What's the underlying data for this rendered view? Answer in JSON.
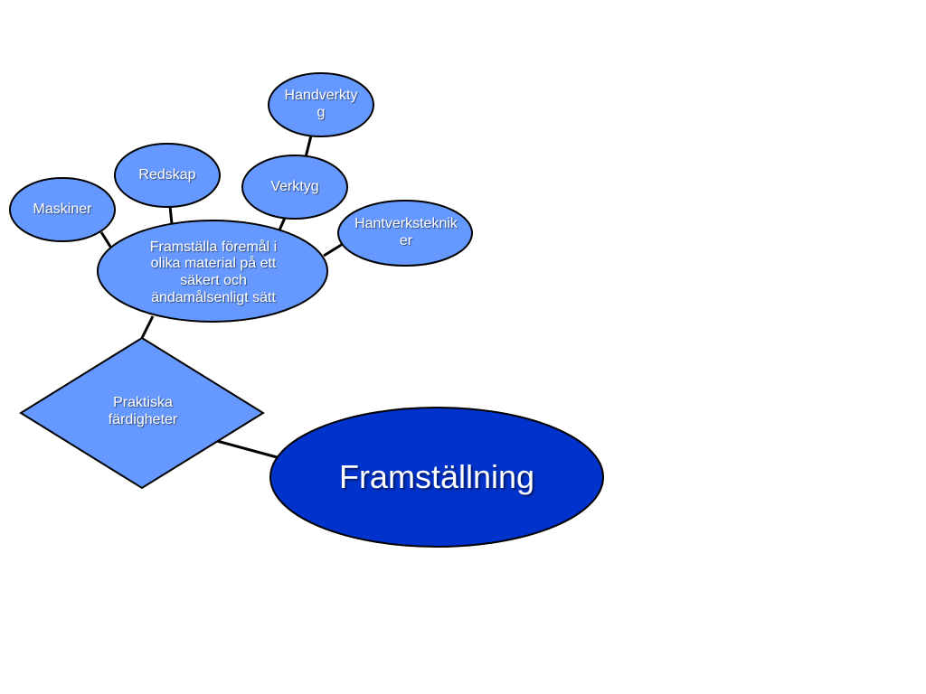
{
  "diagram": {
    "main_node": "Framställning",
    "skill_node": "Praktiska färdigheter",
    "center_node": "Framställa föremål i olika material på ett säkert och ändamålsenligt sätt",
    "nodes": {
      "maskiner": "Maskiner",
      "redskap": "Redskap",
      "verktyg": "Verktyg",
      "handverktyg": "Handverktyg",
      "hantverkstekniker": "Hantverkstekniker"
    }
  },
  "colors": {
    "main_fill": "#0033cc",
    "node_fill": "#6699ff",
    "stroke": "#000000",
    "text": "#ffffff"
  }
}
